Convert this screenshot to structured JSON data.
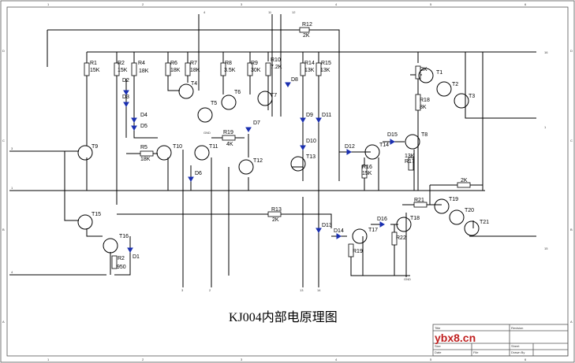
{
  "title": "KJ004内部电原理图",
  "watermark": "ybx8.cn",
  "pins": [
    "16",
    "1",
    "2",
    "3",
    "4",
    "11",
    "12",
    "13",
    "14",
    "15"
  ],
  "transistors": [
    "T1",
    "T2",
    "T3",
    "T4",
    "T5",
    "T6",
    "T7",
    "T8",
    "T9",
    "T10",
    "T11",
    "T12",
    "T13",
    "T14",
    "T15",
    "T16",
    "T17",
    "T18",
    "T19",
    "T20",
    "T21"
  ],
  "resistors": [
    {
      "name": "R1",
      "value": "15K"
    },
    {
      "name": "R2",
      "value": "15K"
    },
    {
      "name": "R4",
      "value": "18K"
    },
    {
      "name": "R6",
      "value": "18K"
    },
    {
      "name": "R7",
      "value": "18K"
    },
    {
      "name": "R8",
      "value": "3.5K"
    },
    {
      "name": "R9",
      "value": "30K"
    },
    {
      "name": "R10",
      "value": "7.2K"
    },
    {
      "name": "R14",
      "value": "13K"
    },
    {
      "name": "R15",
      "value": "13K"
    },
    {
      "name": "R12",
      "value": "2K"
    },
    {
      "name": "R5",
      "value": "18K"
    },
    {
      "name": "R19",
      "value": "4K"
    },
    {
      "name": "R13",
      "value": "2K"
    },
    {
      "name": "R16",
      "value": "15K"
    },
    {
      "name": "R17",
      "value": "13K"
    },
    {
      "name": "R18",
      "value": "8K"
    },
    {
      "name": "R2",
      "value": "950"
    },
    {
      "name": "R21",
      "value": "2K"
    },
    {
      "name": "R22",
      "value": ""
    },
    {
      "name": "R19",
      "value": ""
    }
  ],
  "extra_labels": [
    "2K",
    "2K",
    "GND",
    "GND"
  ],
  "diodes": [
    "D1",
    "D2",
    "D3",
    "D4",
    "D5",
    "D6",
    "D7",
    "D8",
    "D9",
    "D10",
    "D11",
    "D12",
    "D13",
    "D14",
    "D15",
    "D16"
  ],
  "title_block": {
    "field1": "Title",
    "field2": "Size",
    "field3": "Date",
    "field4": "File",
    "field5": "Revision",
    "field6": "Sheet",
    "field7": "Drawn By"
  },
  "border_letters": [
    "A",
    "B",
    "C",
    "D"
  ],
  "border_numbers": [
    "1",
    "2",
    "3",
    "4",
    "5",
    "6"
  ]
}
